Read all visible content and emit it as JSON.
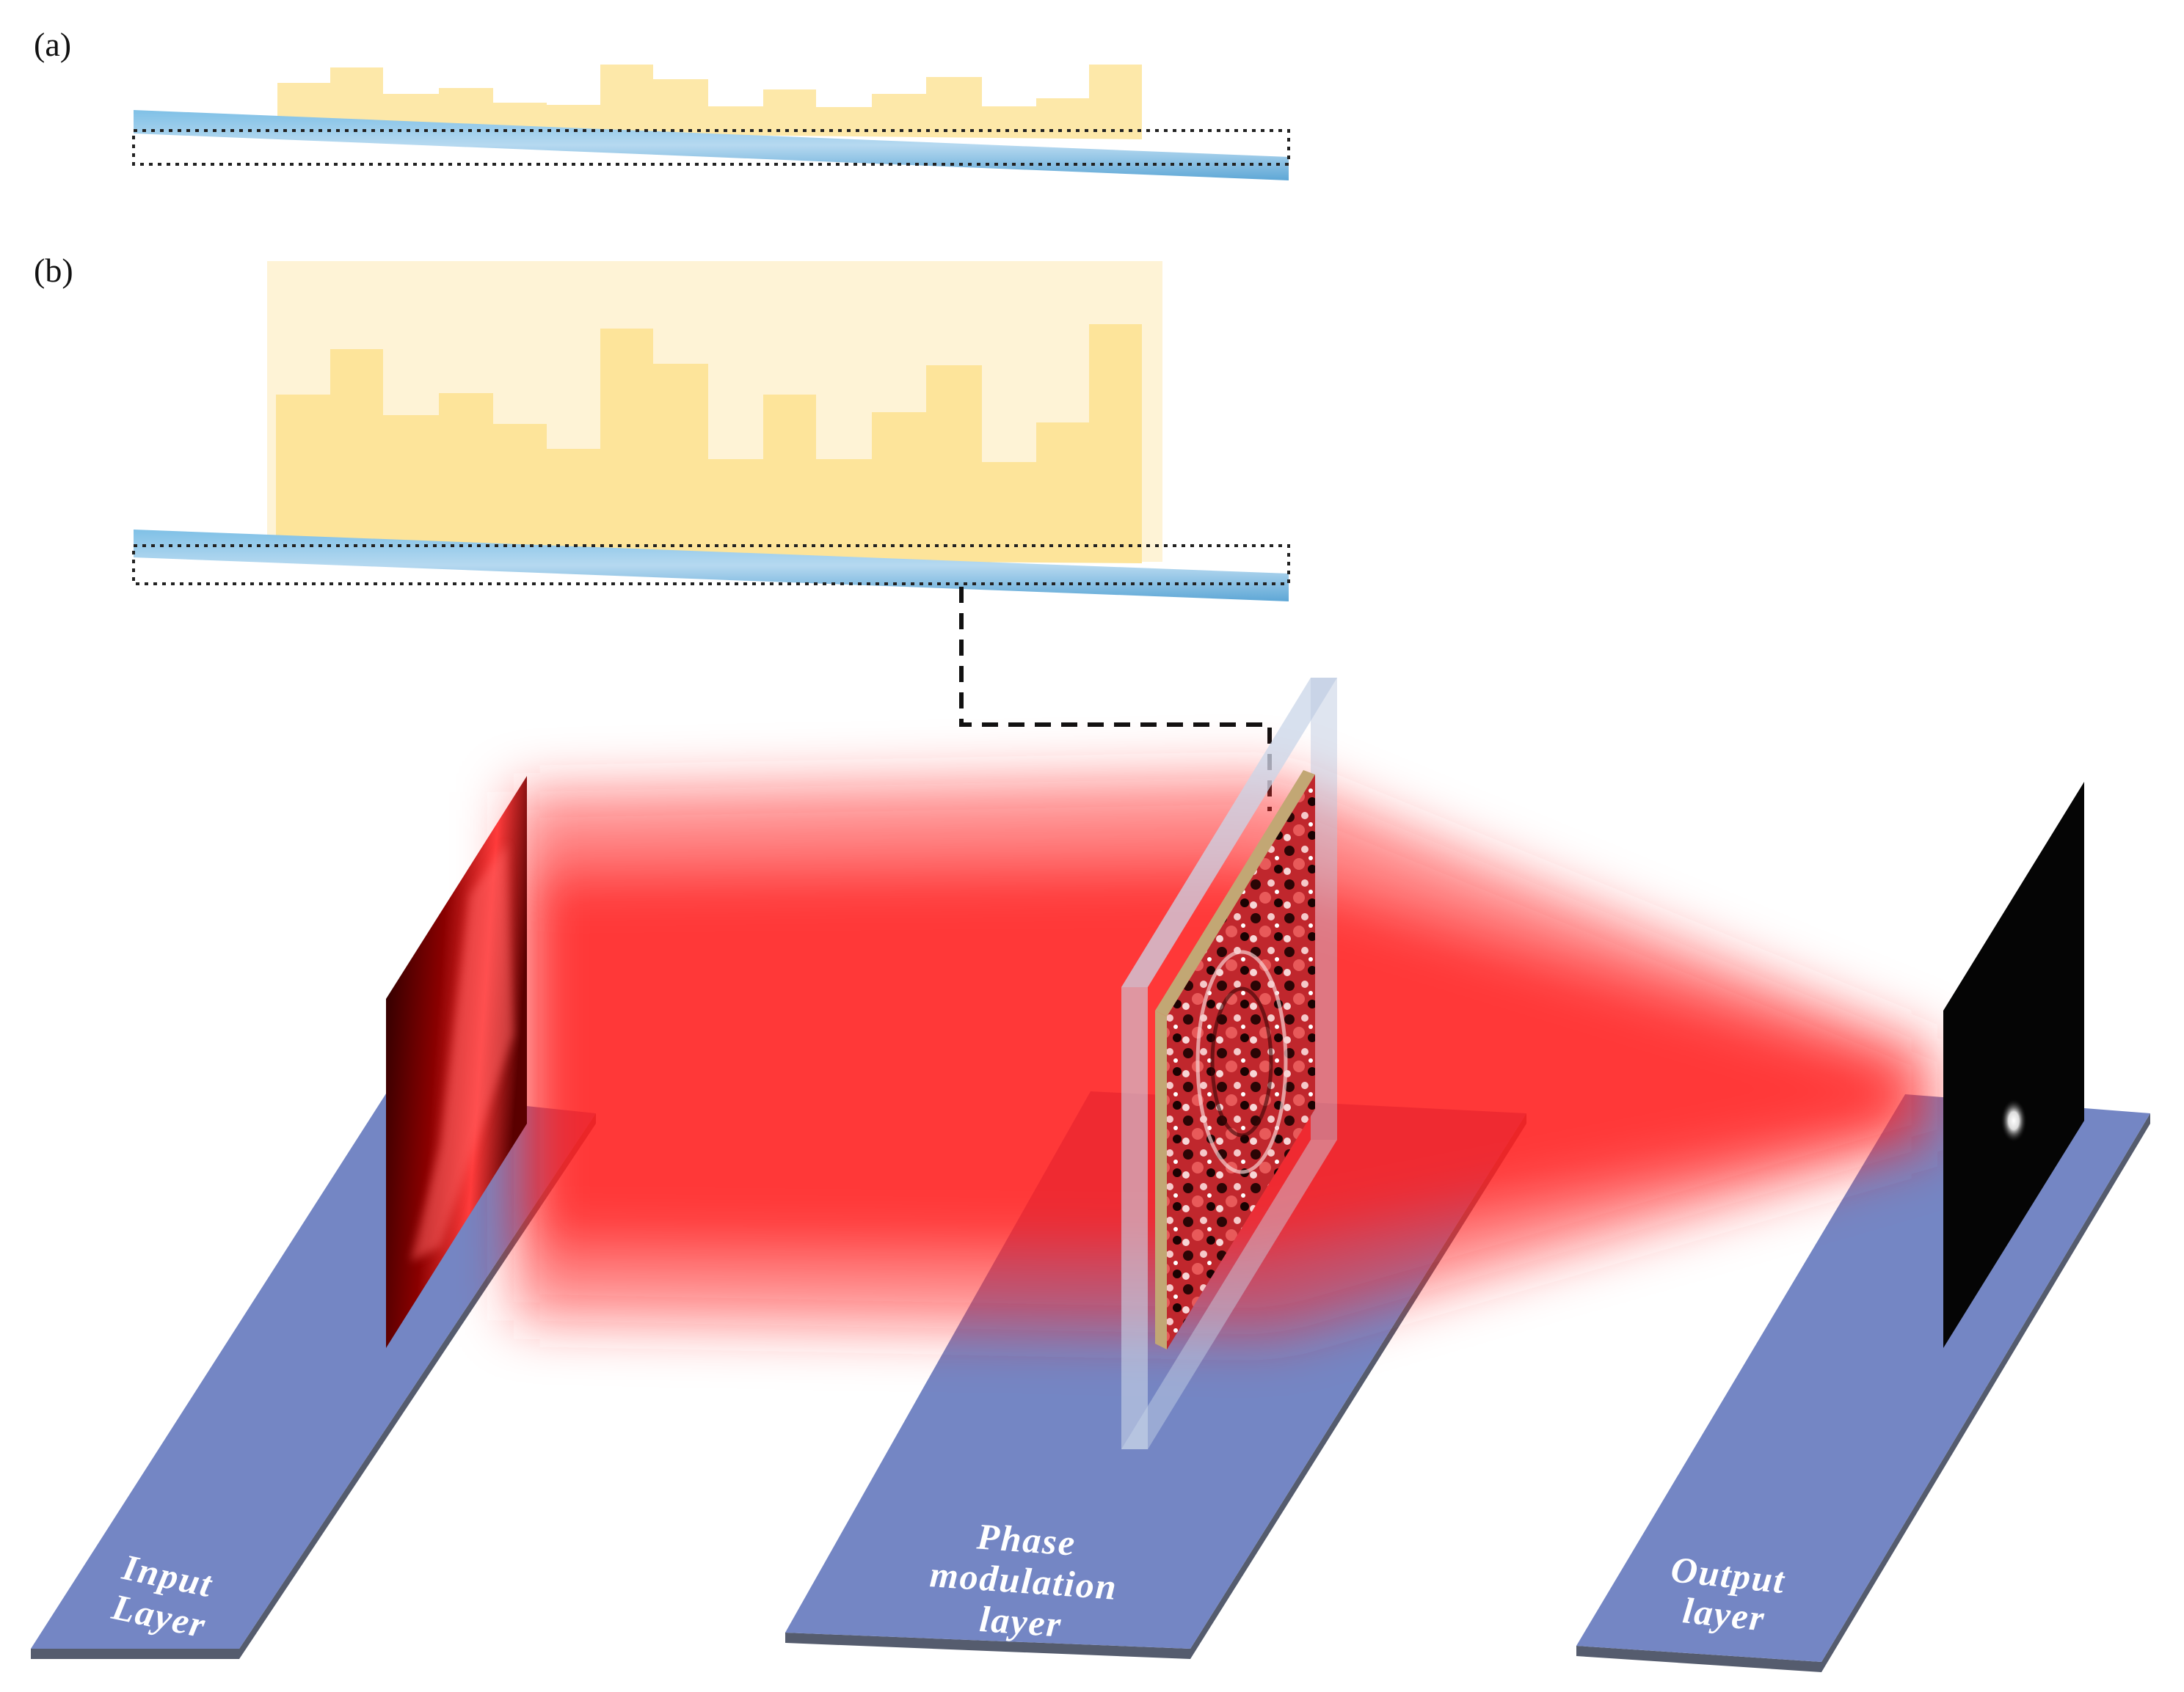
{
  "panels": {
    "a": {
      "label": "(a)"
    },
    "b": {
      "label": "(b)"
    }
  },
  "layers": {
    "input": {
      "line1": "Input",
      "line2": "Layer"
    },
    "phase": {
      "line1": "Phase",
      "line2": "modulation",
      "line3": "layer"
    },
    "output": {
      "line1": "Output",
      "line2": "layer"
    }
  },
  "colors": {
    "phase_relief": "#fde49a",
    "phase_relief_light": "#fef3d6",
    "substrate": "#6aaed8",
    "beam": "#ff2a2a",
    "platform": "#7486c4",
    "platform_edge": "#555c6e"
  }
}
